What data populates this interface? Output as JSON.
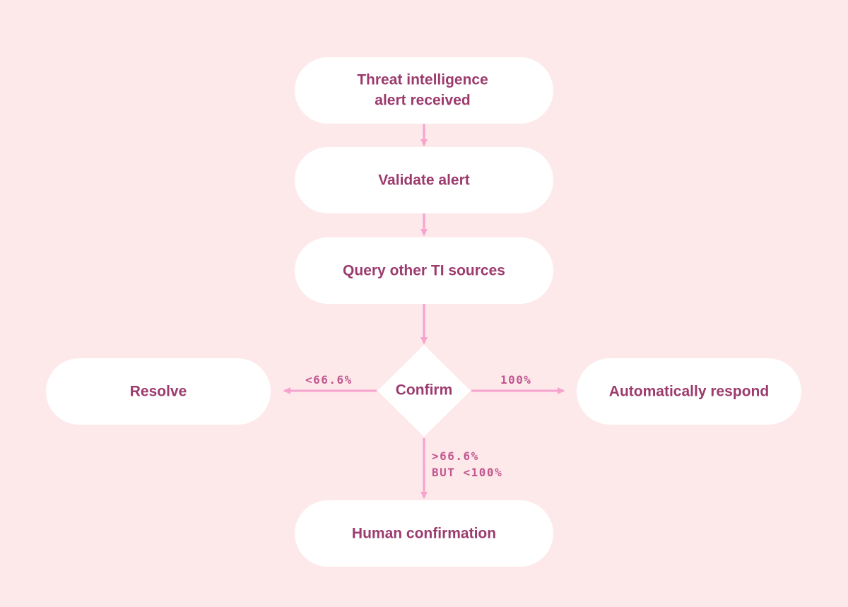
{
  "colors": {
    "background": "#fde8ea",
    "node_fill": "#ffffff",
    "node_text": "#9b3b6e",
    "arrow": "#f7a3cf",
    "edge_text": "#c2578f"
  },
  "nodes": {
    "start": {
      "line1": "Threat intelligence",
      "line2": "alert received"
    },
    "validate": {
      "label": "Validate alert"
    },
    "query": {
      "label": "Query other TI sources"
    },
    "confirm": {
      "label": "Confirm"
    },
    "resolve": {
      "label": "Resolve"
    },
    "respond": {
      "label": "Automatically respond"
    },
    "human": {
      "label": "Human confirmation"
    }
  },
  "edges": {
    "to_resolve": {
      "label": "<66.6%"
    },
    "to_respond": {
      "label": "100%"
    },
    "to_human": {
      "line1": ">66.6%",
      "line2": "BUT <100%"
    }
  }
}
